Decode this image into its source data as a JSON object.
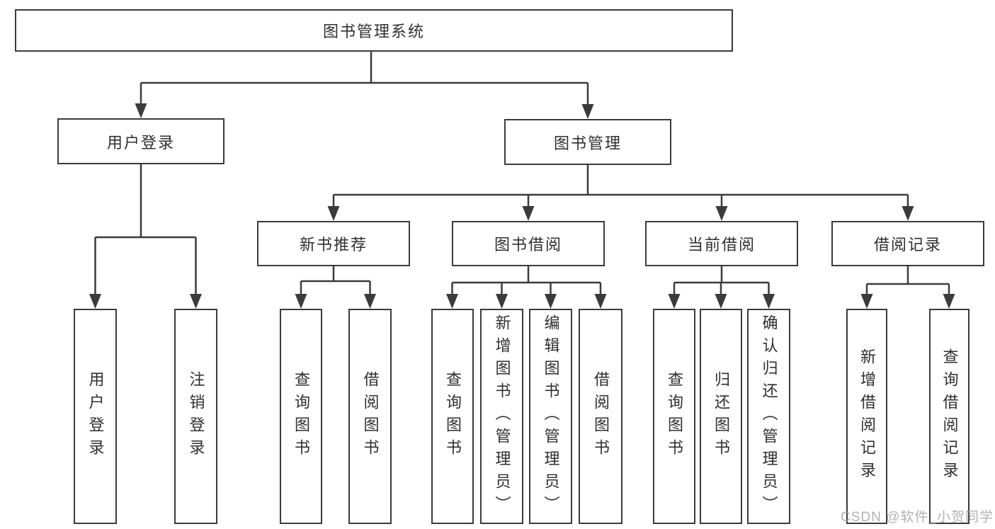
{
  "diagram": {
    "root": {
      "label": "图书管理系统"
    },
    "branches": [
      {
        "label": "用户登录",
        "children": [
          {
            "label": "用户登录"
          },
          {
            "label": "注销登录"
          }
        ]
      },
      {
        "label": "图书管理",
        "children": [
          {
            "label": "新书推荐",
            "children": [
              {
                "label": "查询图书"
              },
              {
                "label": "借阅图书"
              }
            ]
          },
          {
            "label": "图书借阅",
            "children": [
              {
                "label": "查询图书"
              },
              {
                "label": "新增图书（管理员）"
              },
              {
                "label": "编辑图书（管理员）"
              },
              {
                "label": "借阅图书"
              }
            ]
          },
          {
            "label": "当前借阅",
            "children": [
              {
                "label": "查询图书"
              },
              {
                "label": "归还图书"
              },
              {
                "label": "确认归还（管理员）"
              }
            ]
          },
          {
            "label": "借阅记录",
            "children": [
              {
                "label": "新增借阅记录"
              },
              {
                "label": "查询借阅记录"
              }
            ]
          }
        ]
      }
    ]
  },
  "watermark": {
    "text": "CSDN @软件_小贺同学"
  },
  "colors": {
    "line": "#3b3b3b",
    "box_background": "#ffffff",
    "text": "#2f2f2f",
    "watermark": "#9e9e9e"
  }
}
